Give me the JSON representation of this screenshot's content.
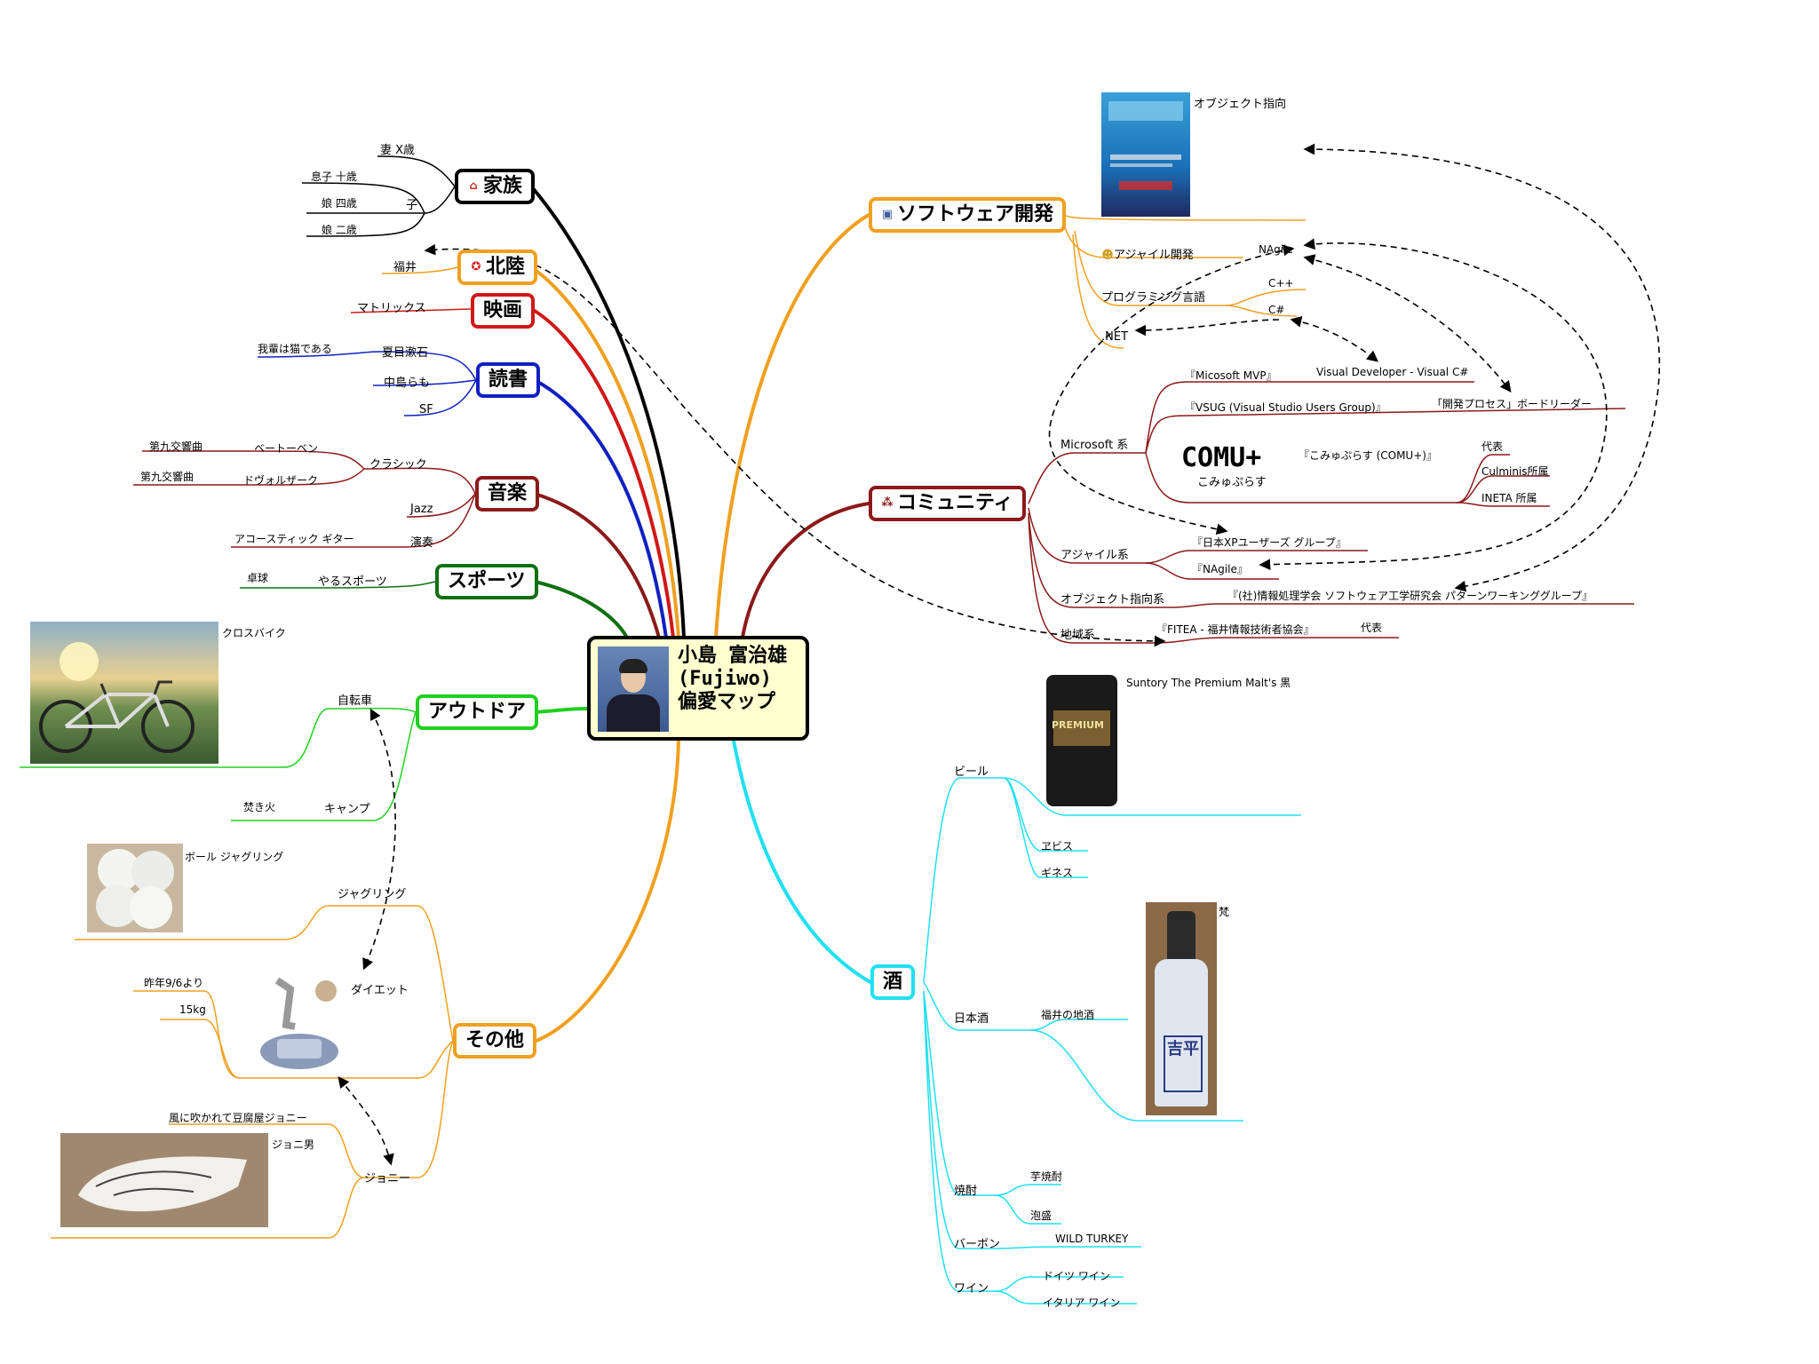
{
  "center": {
    "line1": "小島 富治雄",
    "line2": "(Fujiwo)",
    "line3": "偏愛マップ"
  },
  "colors": {
    "family": "#000000",
    "hokuriku": "#f0a020",
    "movie": "#d01818",
    "books": "#1020c0",
    "music": "#8b1a1a",
    "sports": "#107010",
    "outdoor": "#20d020",
    "other": "#f0a020",
    "software": "#f0a020",
    "community": "#8b1a1a",
    "sake": "#20e0f0"
  },
  "left": {
    "family": {
      "title": "家族",
      "wife": "妻 X歳",
      "child": "子",
      "son": "息子 十歳",
      "d1": "娘 四歳",
      "d2": "娘 二歳"
    },
    "hokuriku": {
      "title": "北陸",
      "fukui": "福井"
    },
    "movie": {
      "title": "映画",
      "matrix": "マトリックス"
    },
    "books": {
      "title": "読書",
      "soseki": "夏目漱石",
      "wagahai": "我輩は猫である",
      "ramo": "中島らも",
      "sf": "SF"
    },
    "music": {
      "title": "音楽",
      "classic": "クラシック",
      "beethoven": "ベートーベン",
      "dvorak": "ドヴォルザーク",
      "sym1": "第九交響曲",
      "sym2": "第九交響曲",
      "jazz": "Jazz",
      "play": "演奏",
      "guitar": "アコースティック ギター"
    },
    "sports": {
      "title": "スポーツ",
      "play": "やるスポーツ",
      "pingpong": "卓球"
    },
    "outdoor": {
      "title": "アウトドア",
      "bike": "自転車",
      "crossbike": "クロスバイク",
      "camp": "キャンプ",
      "fire": "焚き火"
    },
    "other": {
      "title": "その他",
      "juggling": "ジャグリング",
      "ball": "ボール ジャグリング",
      "diet": "ダイエット",
      "since": "昨年9/6より",
      "kg": "15kg",
      "johnny": "ジョニー",
      "tofu": "風に吹かれて豆腐屋ジョニー",
      "johnnyman": "ジョニ男"
    }
  },
  "right": {
    "software": {
      "title": "ソフトウェア開発",
      "oop": "オブジェクト指向",
      "agile": "アジャイル開発",
      "nagile": "NAgile",
      "lang": "プログラミング言語",
      "cpp": "C++",
      "cs": "C#",
      "net": ".NET"
    },
    "community": {
      "title": "コミュニティ",
      "ms": "Microsoft 系",
      "mvp": "『Micosoft MVP』",
      "vd": "Visual Developer - Visual C#",
      "vsug": "『VSUG (Visual Studio Users Group)』",
      "process": "「開発プロセス」ボードリーダー",
      "comu": "『こみゅぷらす (COMU+)』",
      "comu_logo": "COMU+",
      "comu_kana": "こみゅぷらす",
      "rep": "代表",
      "culminis": "Culminis所属",
      "ineta": "INETA 所属",
      "agile": "アジャイル系",
      "xpug": "『日本XPユーザーズ グループ』",
      "nagile": "『NAgile』",
      "oop": "オブジェクト指向系",
      "ipsj": "『(社)情報処理学会 ソフトウェア工学研究会 パターンワーキンググループ』",
      "local": "地域系",
      "fitea": "『FITEA - 福井情報技術者協会』",
      "rep2": "代表"
    },
    "sake": {
      "title": "酒",
      "beer": "ビール",
      "premium": "Suntory The Premium Malt's 黒",
      "yebisu": "ヱビス",
      "guinness": "ギネス",
      "nihonshu": "日本酒",
      "jizake": "福井の地酒",
      "bon": "梵",
      "shochu": "焼酎",
      "imo": "芋焼酎",
      "awamori": "泡盛",
      "bourbon": "バーボン",
      "wild": "WILD TURKEY",
      "wine": "ワイン",
      "de": "ドイツ ワイン",
      "it": "イタリア ワイン",
      "bottle_label": "吉平",
      "can_label": "PREMIUM"
    }
  }
}
